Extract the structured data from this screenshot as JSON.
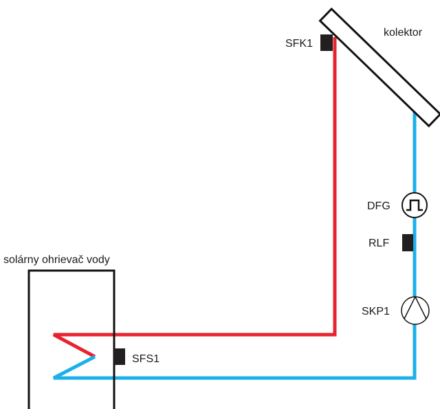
{
  "labels": {
    "collector": "kolektor",
    "sensor_collector": "SFK1",
    "flow_meter": "DFG",
    "return_sensor": "RLF",
    "pump": "SKP1",
    "tank": "solárny ohrievač vody",
    "tank_sensor": "SFS1"
  },
  "colors": {
    "hot_pipe": "#e8232f",
    "cold_pipe": "#1bb0ea",
    "outline": "#111111",
    "sensor": "#231f20"
  },
  "icons": {
    "flow_meter": "pulse-wave-icon",
    "pump": "triangle-pump-icon"
  }
}
